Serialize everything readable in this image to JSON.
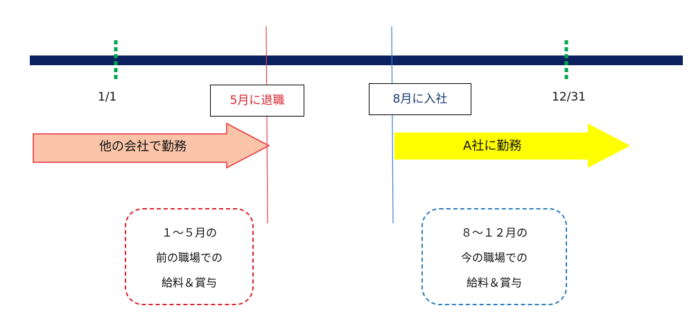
{
  "timeline": {
    "start_label": "1/1",
    "end_label": "12/31"
  },
  "events": {
    "leave": {
      "label": "5月に退職"
    },
    "join": {
      "label": "8月に入社"
    }
  },
  "periods": {
    "previous": {
      "label": "他の会社で勤務"
    },
    "current": {
      "label": "A社に勤務"
    }
  },
  "notes": {
    "previous": {
      "lines": [
        "１～５月の",
        "前の職場での",
        "給料＆賞与"
      ]
    },
    "current": {
      "lines": [
        "８～１２月の",
        "今の職場での",
        "給料＆賞与"
      ]
    }
  },
  "colors": {
    "timeline": "#0b2160",
    "tick": "#00a651",
    "leave_line": "#e8404a",
    "join_line": "#3b82c4",
    "previous_fill": "#f9c4a8",
    "previous_stroke": "#e8303a",
    "current_fill": "#ffff00",
    "previous_note_border": "#d9252f",
    "current_note_border": "#2f7ec0",
    "leave_text": "#d9252f",
    "join_text": "#1a3b6e"
  }
}
